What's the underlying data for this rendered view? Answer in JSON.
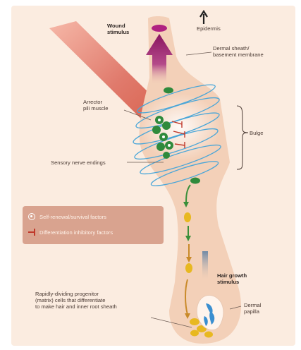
{
  "labels": {
    "wound_stimulus": "Wound\nstimulus",
    "epidermis": "Epidermis",
    "dermal_sheath": "Dermal sheath/\nbasement membrane",
    "arrector": "Arrector\npili muscle",
    "bulge": "Bulge",
    "sensory": "Sensory nerve endings",
    "hair_growth": "Hair growth\nstimulus",
    "progenitor": "Rapidly-dividing progenitor\n(matrix) cells that differentiate\nto make hair and inner root sheath",
    "dermal_papilla": "Dermal\npapilla"
  },
  "legend": {
    "items": [
      {
        "label": "Self-renewal/survival factors",
        "symbol": "circle-icon"
      },
      {
        "label": "Differentiation inhibitory factors",
        "symbol": "inhibit-icon"
      }
    ]
  },
  "colors": {
    "follicle": "#f3d0b8",
    "muscle": "#e07a6c",
    "wound_arrow": "#9b1f6e",
    "stem_cell": "#2f8a3c",
    "progenitor": "#e8b820",
    "nerve": "#4aa6d8",
    "growth_arrow": "#7d8fa3",
    "inhibit": "#c0392b"
  }
}
